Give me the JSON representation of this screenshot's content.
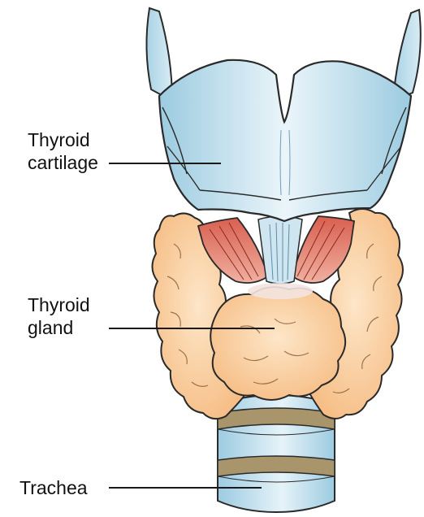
{
  "labels": {
    "thyroid_cartilage": {
      "line1": "Thyroid",
      "line2": "cartilage"
    },
    "thyroid_gland": {
      "line1": "Thyroid",
      "line2": "gland"
    },
    "trachea": {
      "line1": "Trachea"
    }
  },
  "colors": {
    "cartilage_fill": "#b9d9e8",
    "cartilage_light": "#e6f2f8",
    "gland_fill": "#f8c894",
    "gland_light": "#fde4c6",
    "muscle_fill": "#e0685a",
    "trachea_ring": "#b9d9e8",
    "trachea_band": "#a8956c",
    "outline": "#2a2a2a"
  }
}
